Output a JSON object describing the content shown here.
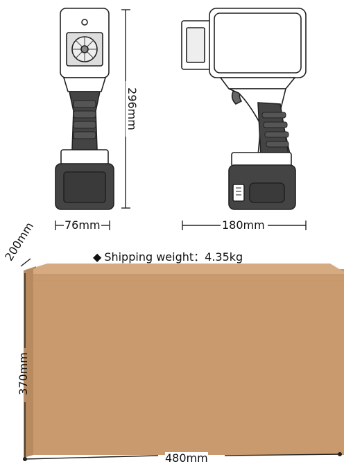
{
  "dimensions": {
    "printer_width": "76mm",
    "printer_height": "296mm",
    "printer_length": "180mm",
    "box_depth": "200mm",
    "box_height": "370mm",
    "box_width": "480mm"
  },
  "shipping": {
    "bullet": "◆",
    "text": "Shipping weight：4.35kg"
  },
  "colors": {
    "box": "#c99a6e",
    "box_top": "#d9b08a",
    "box_side": "#b78a60",
    "device_outline": "#222222",
    "device_fill": "#ffffff",
    "device_dark": "#3a3a3a"
  }
}
